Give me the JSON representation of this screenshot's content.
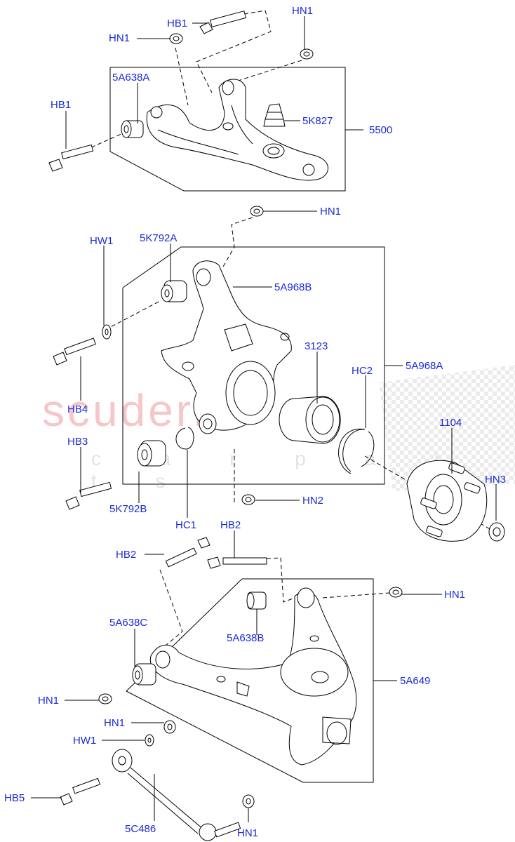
{
  "watermark": {
    "brand": "scuderia",
    "sub": "c a r p a r t s"
  },
  "labels": {
    "hb1_top": "HB1",
    "hn1_a": "HN1",
    "hn1_b": "HN1",
    "a5638a": "5A638A",
    "hb1_left": "HB1",
    "k5827": "5K827",
    "p5500": "5500",
    "hn1_c": "HN1",
    "hw1": "HW1",
    "k5792a": "5K792A",
    "a5968b": "5A968B",
    "p3123": "3123",
    "hc2": "HC2",
    "a5968a": "5A968A",
    "hb4": "HB4",
    "hb3": "HB3",
    "p1104": "1104",
    "hn3": "HN3",
    "k5792b": "5K792B",
    "hc1": "HC1",
    "hn2": "HN2",
    "hb2_a": "HB2",
    "hb2_b": "HB2",
    "hn1_d": "HN1",
    "a5638c": "5A638C",
    "a5638b": "5A638B",
    "a5649": "5A649",
    "hn1_e": "HN1",
    "hn1_f": "HN1",
    "hw1_b": "HW1",
    "hb5": "HB5",
    "c5486": "5C486",
    "hn1_g": "HN1"
  }
}
